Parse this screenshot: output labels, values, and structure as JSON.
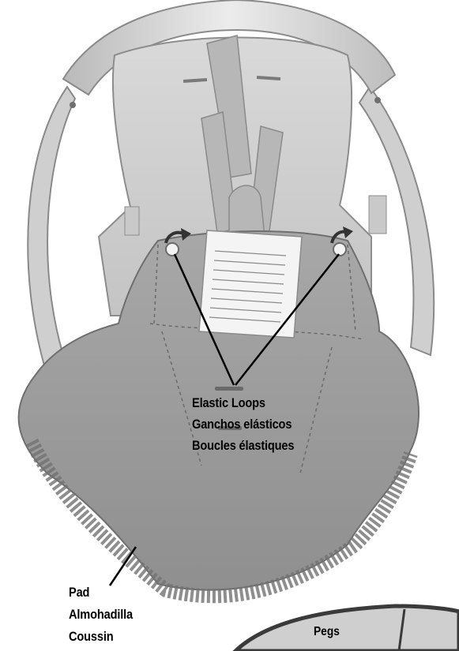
{
  "callouts": {
    "elastic_loops": [
      "Elastic Loops",
      "Ganchos elásticos",
      "Boucles élastiques"
    ],
    "pad": [
      "Pad",
      "Almohadilla",
      "Coussin"
    ],
    "pegs": "Pegs"
  }
}
